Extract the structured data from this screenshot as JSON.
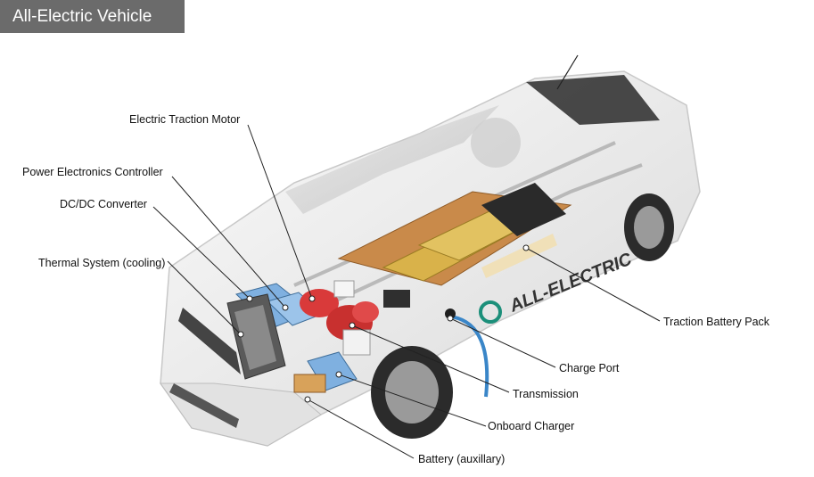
{
  "title": "All-Electric Vehicle",
  "car_badge_text": "ALL-ELECTRIC",
  "labels": {
    "traction_motor": "Electric Traction Motor",
    "power_electronics": "Power Electronics Controller",
    "dcdc": "DC/DC Converter",
    "thermal": "Thermal System (cooling)",
    "battery_pack": "Traction Battery Pack",
    "charge_port": "Charge Port",
    "transmission": "Transmission",
    "onboard_charger": "Onboard Charger",
    "aux_battery": "Battery (auxillary)"
  },
  "colors": {
    "title_bg": "#6b6b6b",
    "car_body": "#eeeeee",
    "battery_cells": "#d9b24a",
    "battery_blocks": "#c98a4a",
    "motor": "#d93a3a",
    "electronics": "#7fb0e0",
    "charge_cable": "#3a86c8"
  }
}
